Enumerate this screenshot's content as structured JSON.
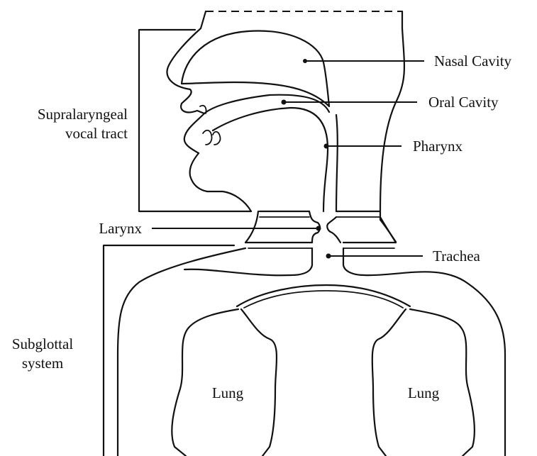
{
  "labels": {
    "nasal_cavity": "Nasal Cavity",
    "oral_cavity": "Oral Cavity",
    "pharynx": "Pharynx",
    "supralaryngeal_line1": "Supralaryngeal",
    "supralaryngeal_line2": "vocal tract",
    "larynx": "Larynx",
    "trachea": "Trachea",
    "subglottal_line1": "Subglottal",
    "subglottal_line2": "system",
    "lung_left": "Lung",
    "lung_right": "Lung"
  }
}
